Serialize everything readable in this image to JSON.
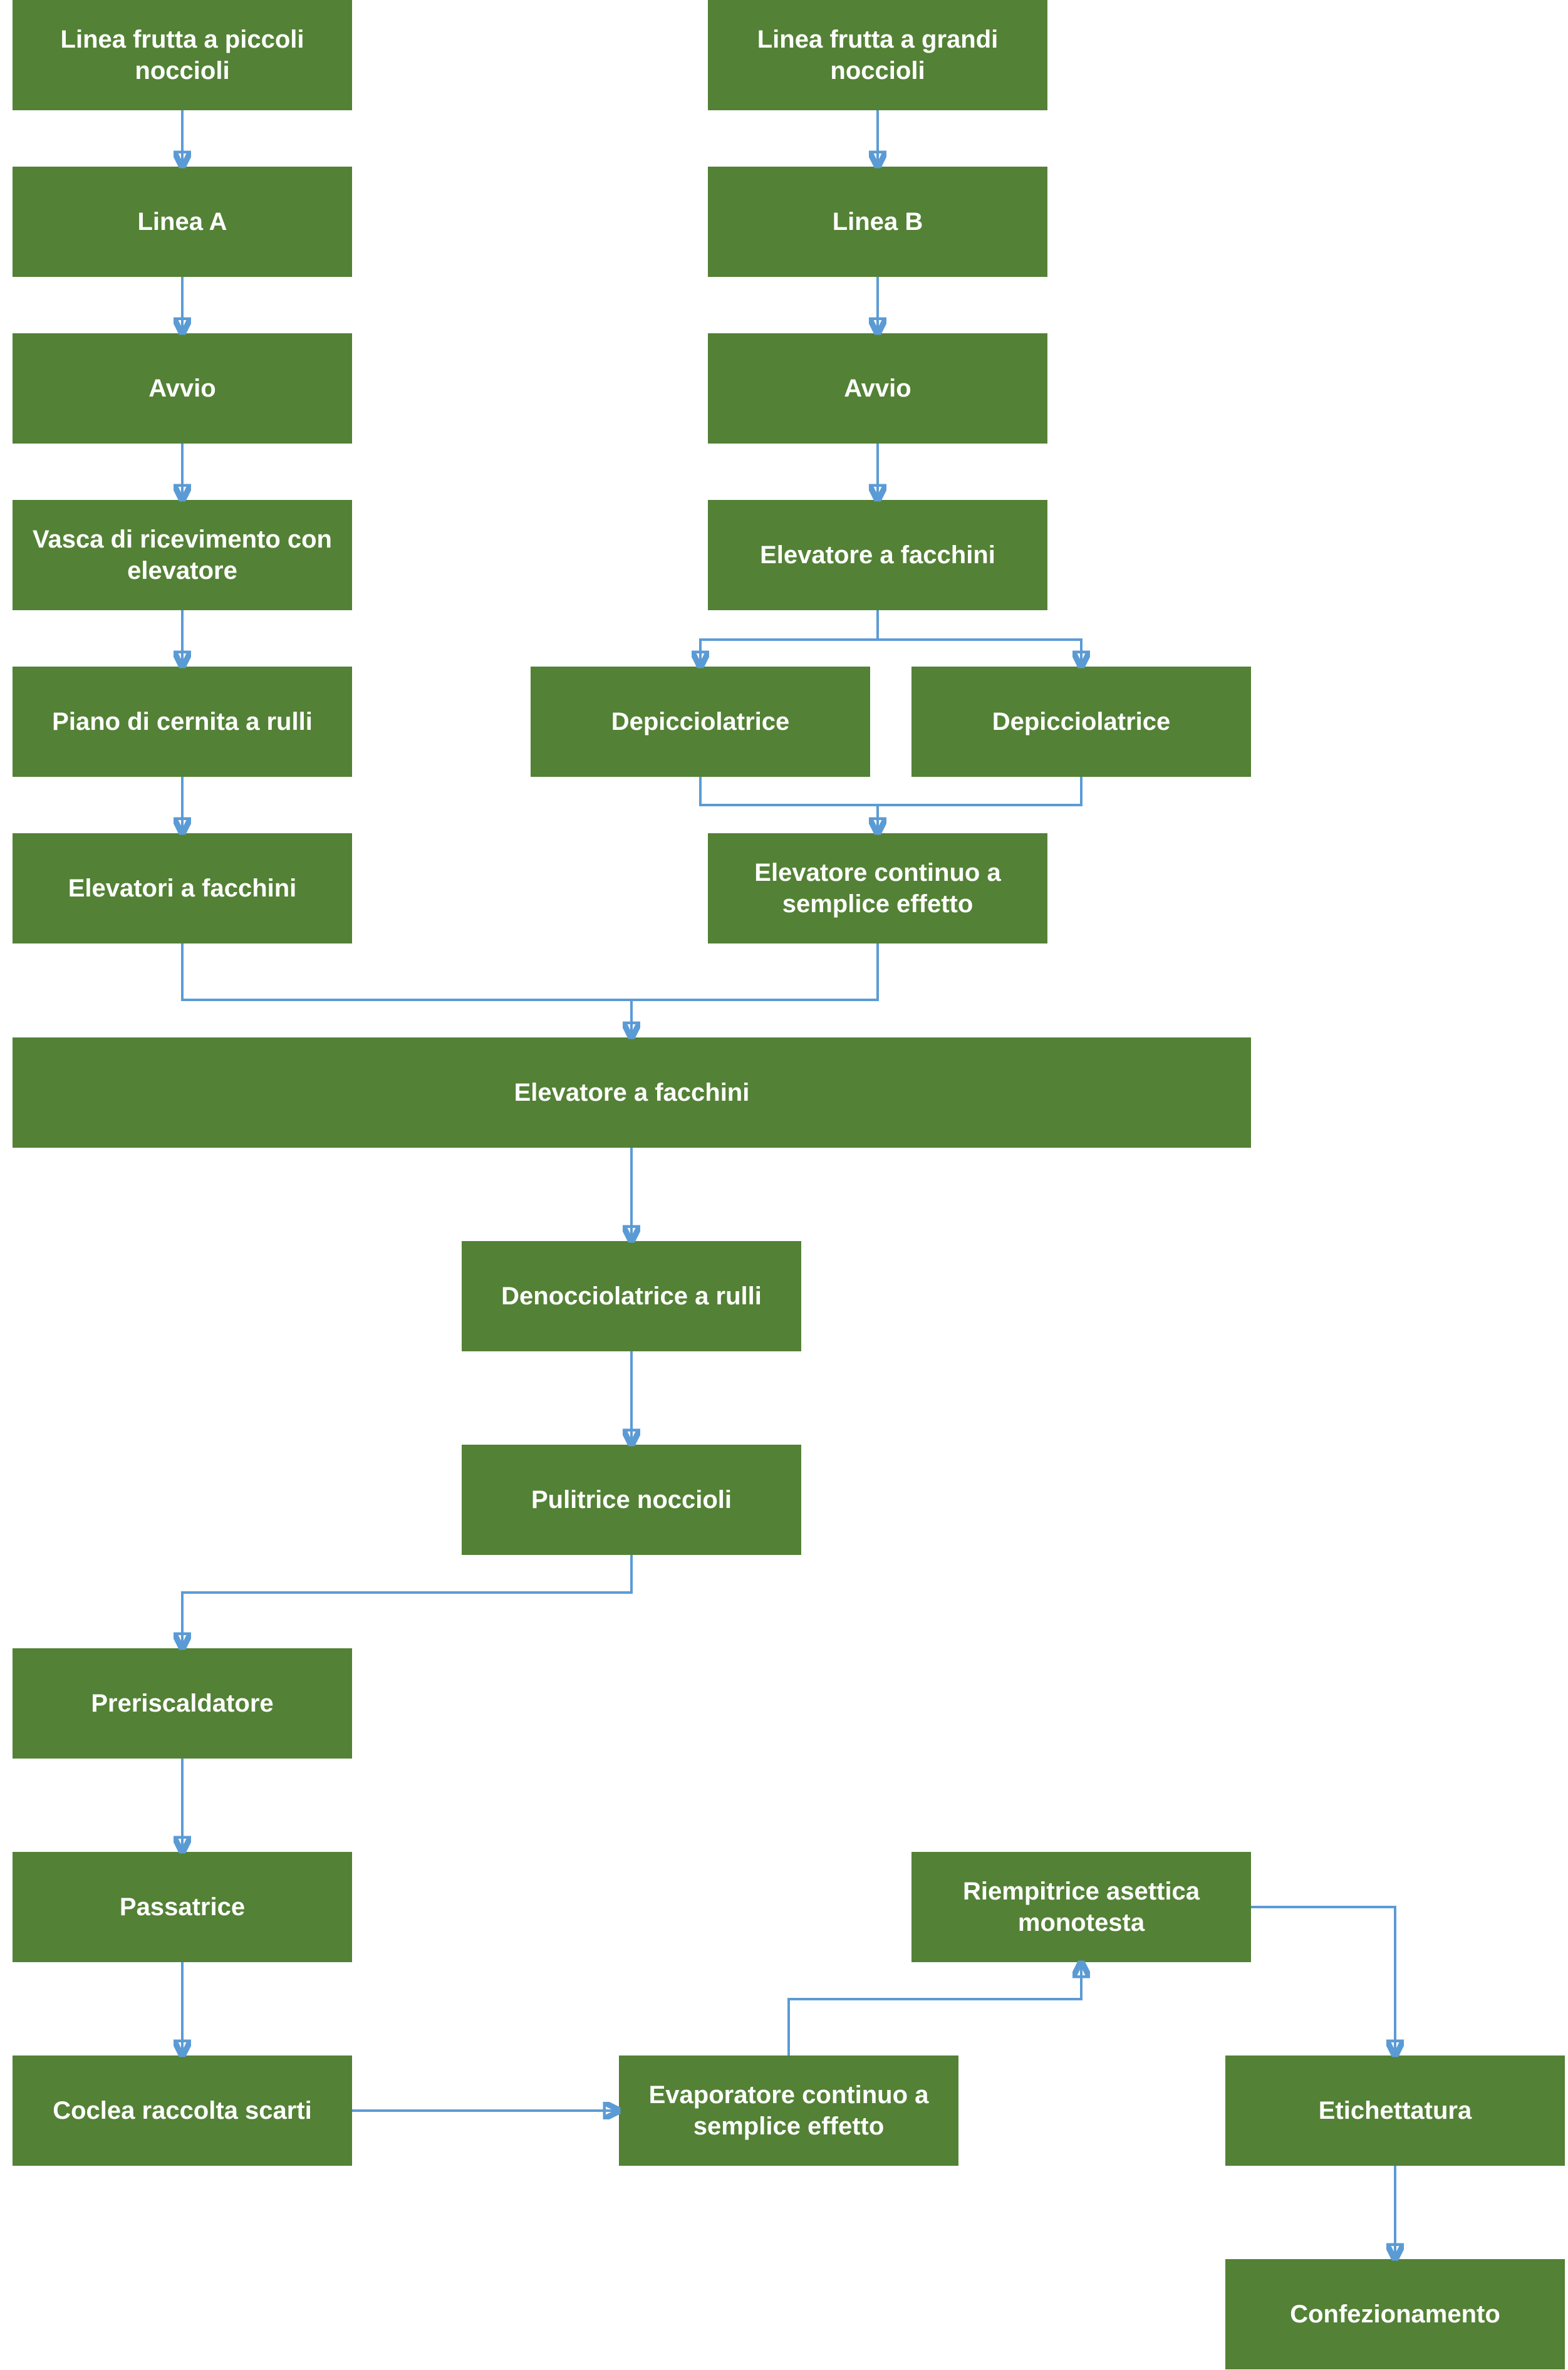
{
  "nodes": {
    "linea_frutta_piccoli": "Linea frutta a piccoli noccioli",
    "linea_frutta_grandi": "Linea frutta a grandi noccioli",
    "linea_a": "Linea A",
    "linea_b": "Linea B",
    "avvio_a": "Avvio",
    "avvio_b": "Avvio",
    "vasca_ricevimento": "Vasca di ricevimento con elevatore",
    "elevatore_facchini_b": "Elevatore a facchini",
    "piano_cernita": "Piano di cernita a rulli",
    "depicciolatrice_1": "Depicciolatrice",
    "depicciolatrice_2": "Depicciolatrice",
    "elevatori_facchini_a": "Elevatori a facchini",
    "elevatore_continuo": "Elevatore continuo a semplice effetto",
    "elevatore_facchini_main": "Elevatore a facchini",
    "denocciolatrice": "Denocciolatrice a rulli",
    "pulitrice": "Pulitrice noccioli",
    "preriscaldatore": "Preriscaldatore",
    "passatrice": "Passatrice",
    "coclea": "Coclea raccolta scarti",
    "evaporatore": "Evaporatore continuo a semplice effetto",
    "riempitrice": "Riempitrice asettica monotesta",
    "etichettatura": "Etichettatura",
    "confezionamento": "Confezionamento"
  },
  "colors": {
    "node_fill": "#538135",
    "node_text": "#FFFFFF",
    "connector": "#5B9BD5"
  }
}
